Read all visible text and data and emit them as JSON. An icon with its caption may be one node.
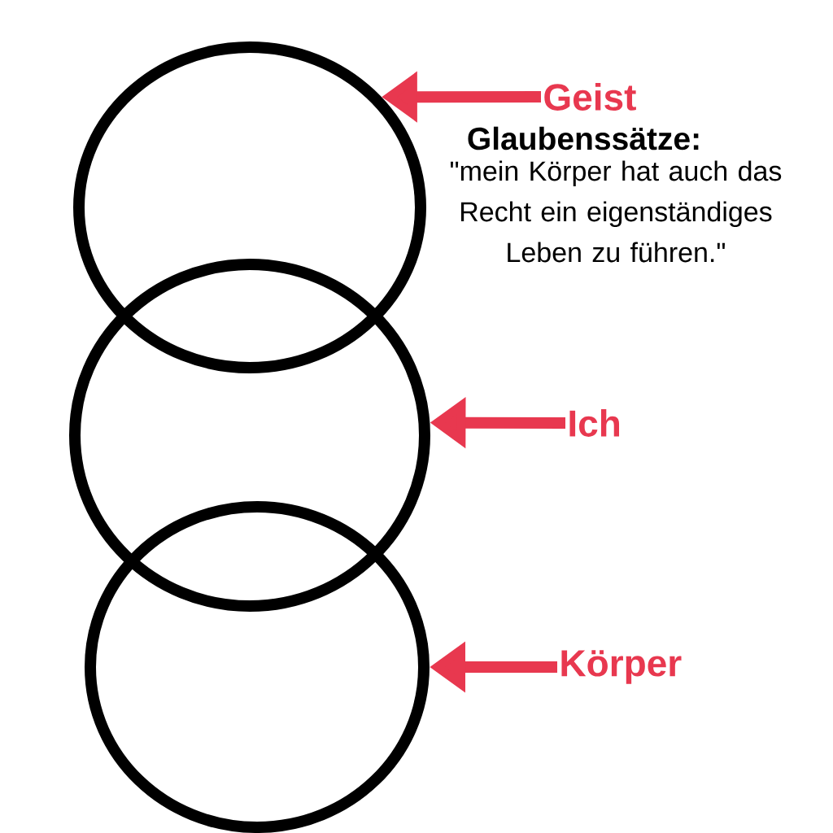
{
  "diagram": {
    "nodes": [
      {
        "text": [],
        "shape": "circle"
      },
      {
        "text": [],
        "shape": "circle"
      },
      {
        "text": [],
        "shape": "circle"
      },
      {
        "text": [
          "Geist"
        ]
      },
      {
        "text": [
          "Ich"
        ]
      },
      {
        "text": [
          "Körper"
        ]
      }
    ],
    "edges": [
      {
        "from": 3,
        "to": 0,
        "arrow": "to"
      },
      {
        "from": 4,
        "to": 1,
        "arrow": "to"
      },
      {
        "from": 5,
        "to": 2,
        "arrow": "to"
      }
    ],
    "labels": [
      "Glaubenssätze:",
      "\"mein Körper hat auch das Recht ein eigenständiges Leben zu führen.\""
    ]
  }
}
